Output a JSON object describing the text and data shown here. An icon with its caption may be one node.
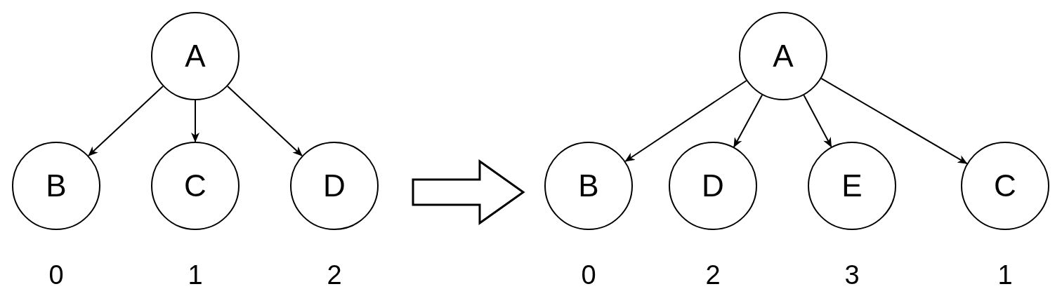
{
  "diagram": {
    "nodes": [
      {
        "text": [
          "A"
        ]
      },
      {
        "text": [
          "B"
        ],
        "beside": [
          "0"
        ]
      },
      {
        "text": [
          "C"
        ],
        "beside": [
          "1"
        ]
      },
      {
        "text": [
          "D"
        ],
        "beside": [
          "2"
        ]
      },
      {
        "text": [
          "A"
        ]
      },
      {
        "text": [
          "B"
        ],
        "beside": [
          "0"
        ]
      },
      {
        "text": [
          "D"
        ],
        "beside": [
          "2"
        ]
      },
      {
        "text": [
          "E"
        ],
        "beside": [
          "3"
        ]
      },
      {
        "text": [
          "C"
        ],
        "beside": [
          "1"
        ]
      }
    ],
    "edges": [
      {
        "from": 0,
        "to": 1,
        "arrow": "to"
      },
      {
        "from": 0,
        "to": 2,
        "arrow": "to"
      },
      {
        "from": 0,
        "to": 3,
        "arrow": "to"
      },
      {
        "from": 3,
        "to": 5,
        "arrow": "to",
        "style": "thick"
      },
      {
        "from": 4,
        "to": 5,
        "arrow": "to"
      },
      {
        "from": 4,
        "to": 6,
        "arrow": "to"
      },
      {
        "from": 4,
        "to": 7,
        "arrow": "to"
      },
      {
        "from": 4,
        "to": 8,
        "arrow": "to"
      }
    ]
  }
}
